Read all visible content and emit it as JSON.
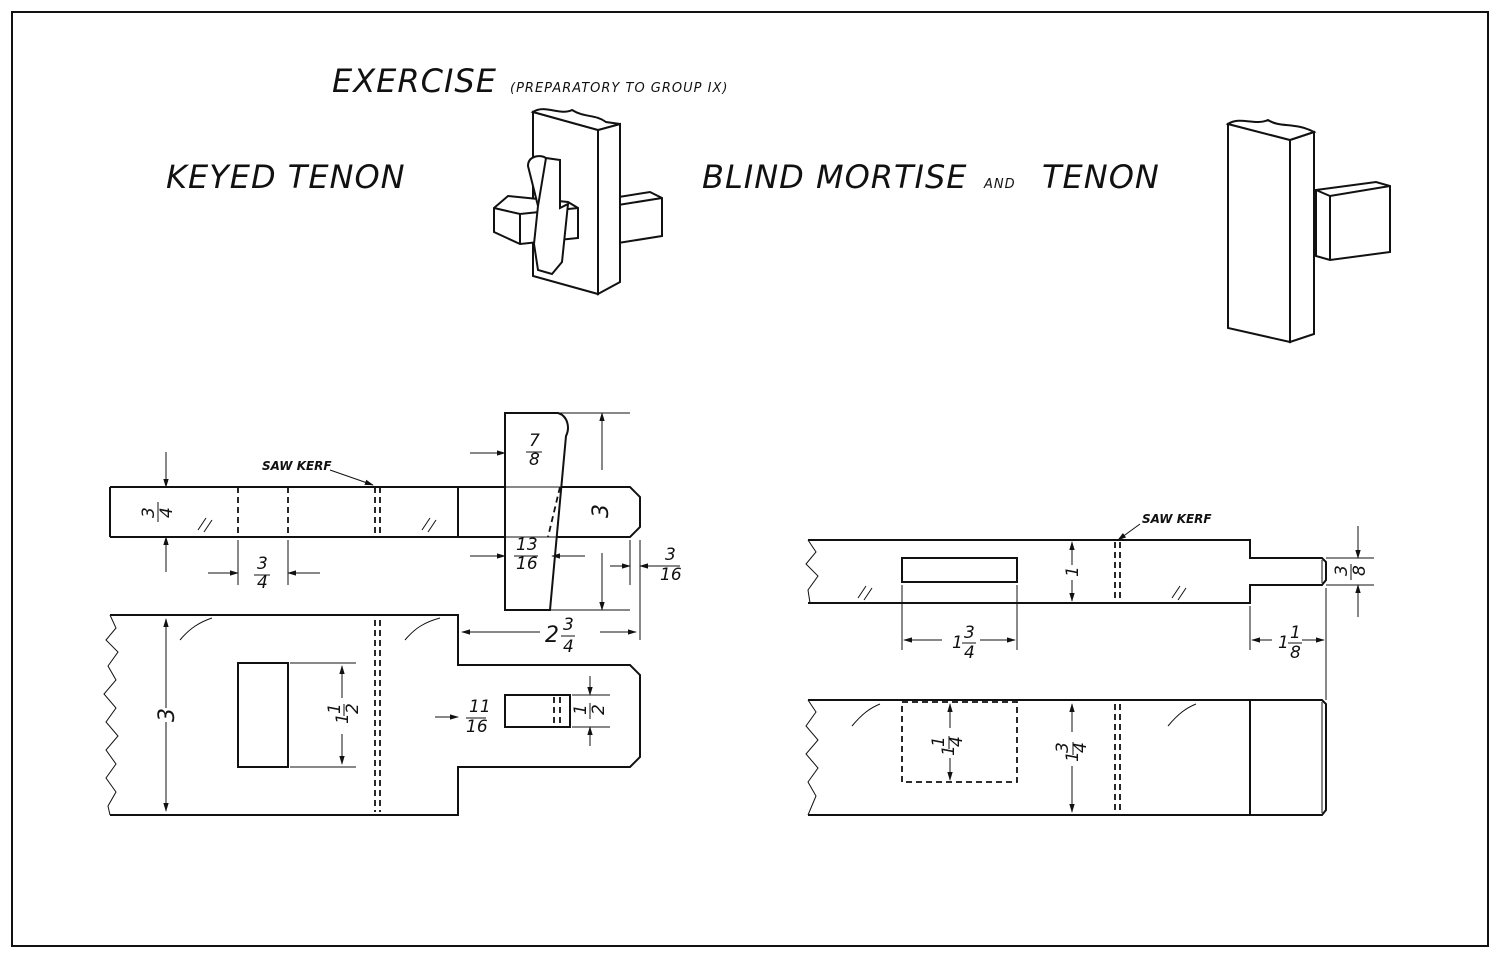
{
  "sheet": {
    "title": "EXERCISE",
    "title_note": "(PREPARATORY TO GROUP IX)",
    "left_heading": "KEYED TENON",
    "right_heading_part1": "BLIND MORTISE",
    "right_heading_and": "AND",
    "right_heading_part2": "TENON"
  },
  "keyed_tenon": {
    "saw_kerf_label": "SAW KERF",
    "dims": {
      "stock_thickness": [
        "3",
        "4"
      ],
      "kerf_spacing": [
        "3",
        "4"
      ],
      "key_top": [
        "7",
        "8"
      ],
      "key_width": [
        "13",
        "16"
      ],
      "key_length": "3",
      "tenon_end": [
        "3",
        "16"
      ],
      "tenon_length": [
        "2",
        "3",
        "4"
      ],
      "stock_width": "3",
      "mortise_length": [
        "1",
        "1",
        "2"
      ],
      "key_offset": [
        "11",
        "16"
      ],
      "key_slot": [
        "1",
        "2"
      ]
    }
  },
  "blind_mortise": {
    "saw_kerf_label": "SAW KERF",
    "dims": {
      "stock_thickness": "1",
      "tenon_thickness": [
        "3",
        "8"
      ],
      "mortise_length": [
        "1",
        "3",
        "4"
      ],
      "tenon_length": [
        "1",
        "1",
        "8"
      ],
      "mortise_width": [
        "1",
        "1",
        "4"
      ],
      "stock_width": [
        "1",
        "3",
        "4"
      ]
    }
  }
}
